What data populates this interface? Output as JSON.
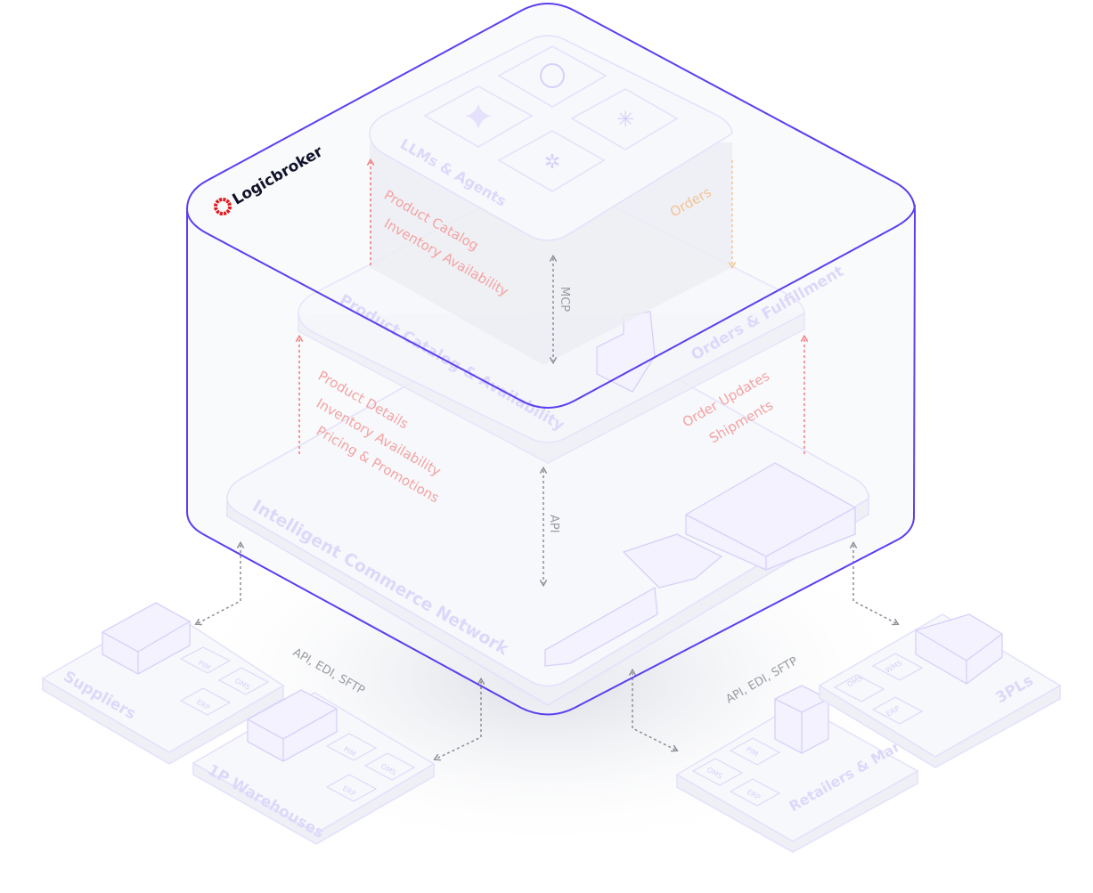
{
  "brand": {
    "name": "Logicbroker",
    "accent": "#5b3ff0",
    "logo_color": "#e3171b"
  },
  "layers": {
    "top": {
      "title": "LLMs & Agents",
      "left_flows": [
        "Product Catalog",
        "Inventory Availability"
      ],
      "right_flow": "Orders",
      "link": "MCP"
    },
    "middle": {
      "left_title": "Product Catalog & Availability",
      "right_title": "Orders & Fulfillment",
      "left_flows": [
        "Product Details",
        "Inventory Availability",
        "Pricing & Promotions"
      ],
      "right_flows": [
        "Order Updates",
        "Shipments"
      ],
      "link": "API"
    },
    "bottom": {
      "title": "Intelligent Commerce Network"
    }
  },
  "protocols": {
    "left": "API, EDI, SFTP",
    "right": "API, EDI, SFTP"
  },
  "partners": [
    {
      "name": "Suppliers",
      "systems": [
        "PIM",
        "OMS",
        "ERP"
      ]
    },
    {
      "name": "1P Warehouses",
      "systems": [
        "PIM",
        "OMS",
        "ERP"
      ]
    },
    {
      "name": "Retailers & Marketplaces",
      "systems": [
        "OMS",
        "PIM",
        "ERP"
      ]
    },
    {
      "name": "3PLs",
      "systems": [
        "OMS",
        "WMS",
        "ERP"
      ]
    }
  ]
}
